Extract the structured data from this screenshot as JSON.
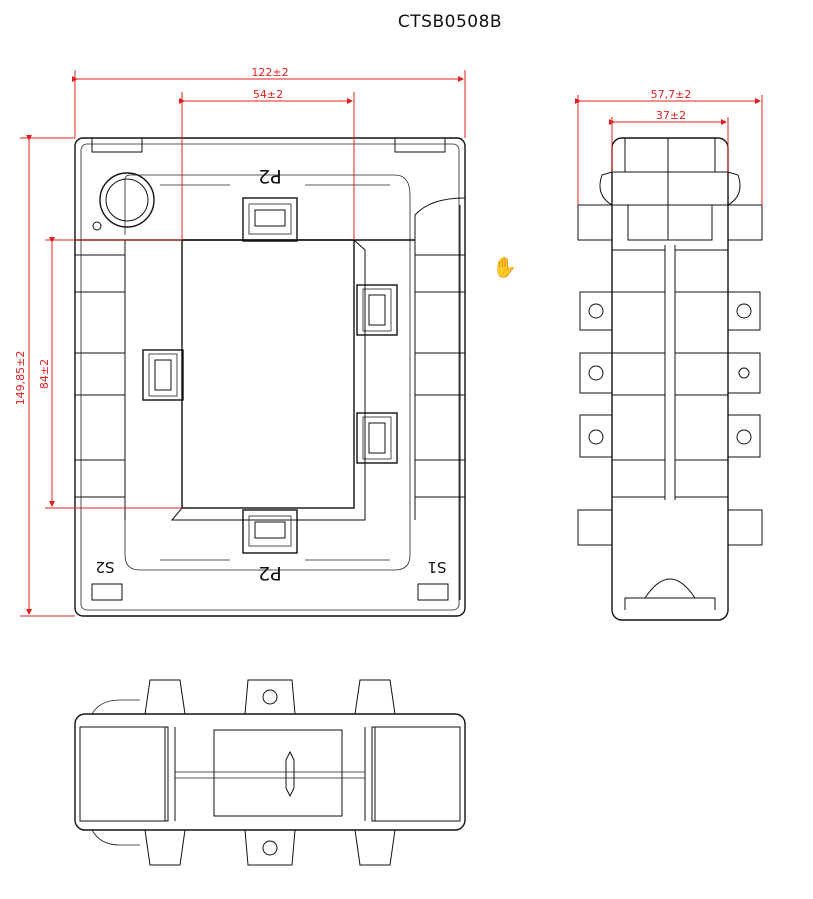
{
  "title": "CTSB0508B",
  "dimensions": {
    "outer_width": "122±2",
    "inner_width": "54±2",
    "outer_height": "149,85±2",
    "inner_height": "84±2",
    "side_width": "57,7±2",
    "side_inner": "37±2"
  },
  "terminal_labels": {
    "p2_top": "P2",
    "p2_bottom": "P2",
    "s1": "S1",
    "s2": "S2"
  },
  "colors": {
    "dimension": "#e02020",
    "outline": "#111111"
  },
  "cursor_icon": "hand-cursor-icon"
}
